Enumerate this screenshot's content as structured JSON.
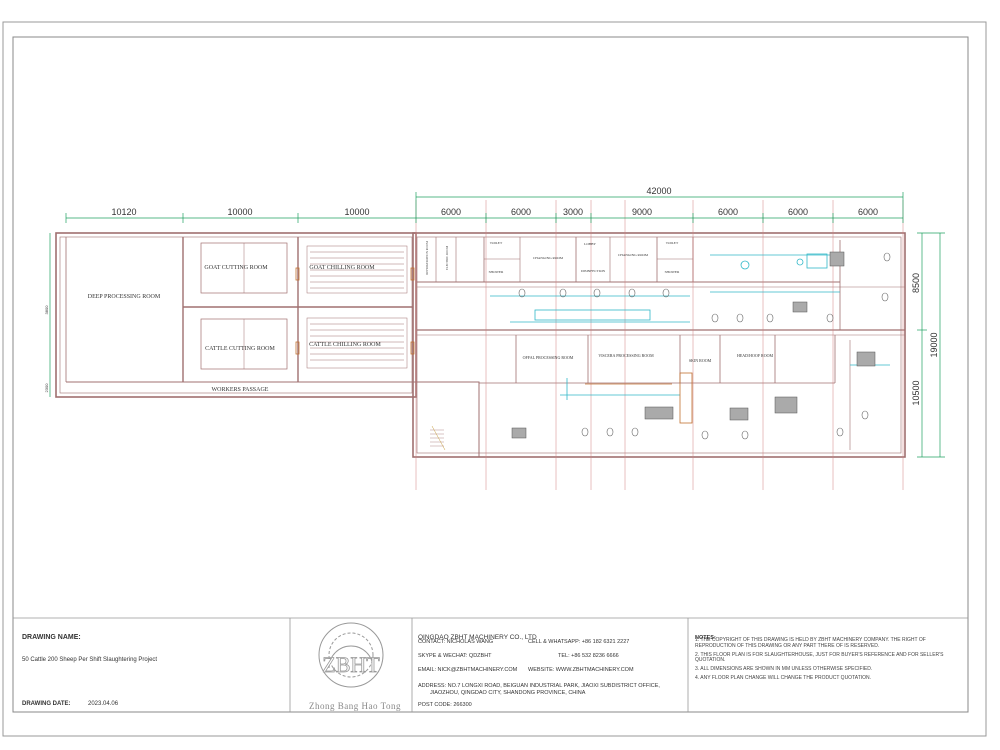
{
  "dimensions": {
    "total": "42000",
    "top_left": [
      "10120",
      "10000",
      "10000"
    ],
    "top_right": [
      "6000",
      "6000",
      "3000",
      "9000",
      "6000",
      "6000",
      "6000"
    ],
    "right_total": "19000",
    "right_parts": [
      "8500",
      "10500"
    ],
    "left_small": [
      "2300",
      "3800"
    ]
  },
  "rooms": {
    "deep_processing": "DEEP PROCESSING ROOM",
    "goat_cutting": "GOAT CUTTING ROOM",
    "goat_chilling": "GOAT CHILLING ROOM",
    "cattle_cutting": "CATTLE CUTTING ROOM",
    "cattle_chilling": "CATTLE CHILLING ROOM",
    "workers_passage": "WORKERS PASSAGE",
    "offal_processing": "OFFAL PROCESSING ROOM",
    "viscera_processing": "VISCERA PROCESSING ROOM",
    "skin_room": "SKIN ROOM",
    "head_hoof": "HEAD/HOOF ROOM",
    "toilet1": "TOILET",
    "toilet2": "TOILET",
    "shower1": "SHOWER",
    "shower2": "SHOWER",
    "changing_room": "CHANGING ROOM",
    "lobby": "LOBBY",
    "disinfection": "DISINFECTION",
    "refrigeration": "REFRIGERATION ROOM",
    "electric": "ELECTRIC ROOM",
    "changing_small": "CHANGING ROOM"
  },
  "title_block": {
    "drawing_name_label": "DRAWING NAME:",
    "drawing_name": "50 Cattle 200 Sheep Per Shift Slaughtering Project",
    "drawing_date_label": "DRAWING DATE:",
    "drawing_date": "2023.04.06",
    "logo_text": "ZBHT",
    "logo_caption": "Zhong Bang Hao Tong",
    "company": "QINGDAO ZBHT MACHINERY CO., LTD",
    "contact": "CONTACT: NICHOLAS WANG",
    "cell": "CELL & WHATSAPP: +86 182 6321 2227",
    "skype": "SKYPE & WECHAT: QDZBHT",
    "tel": "TEL: +86 532 8236 6666",
    "email": "EMAIL: NICK@ZBHTMACHINERY.COM",
    "website": "WEBSITE: WWW.ZBHTMACHINERY.COM",
    "address1": "ADDRESS: NO.7 LONGXI ROAD, BEIGUAN INDUSTRIAL PARK, JIAOXI SUBDISTRICT OFFICE,",
    "address2": "JIAOZHOU, QINGDAO CITY, SHANDONG PROVINCE, CHINA",
    "post": "POST CODE: 266300",
    "notes_label": "NOTES:",
    "notes": [
      "1. THE COPYRIGHT OF THIS DRAWING IS HELD BY ZBHT MACHINERY COMPANY. THE RIGHT OF REPRODUCTION OF THIS DRAWING OR ANY PART THERE OF IS RESERVED.",
      "2. THIS FLOOR PLAN IS FOR SLAUGHTERHOUSE, JUST FOR BUYER'S REFERENCE AND FOR SELLER'S QUOTATION.",
      "3. ALL DIMENSIONS ARE SHOWN IN MM UNLESS OTHERWISE SPECIFIED.",
      "4. ANY FLOOR PLAN CHANGE WILL CHANGE THE PRODUCT QUOTATION."
    ]
  }
}
